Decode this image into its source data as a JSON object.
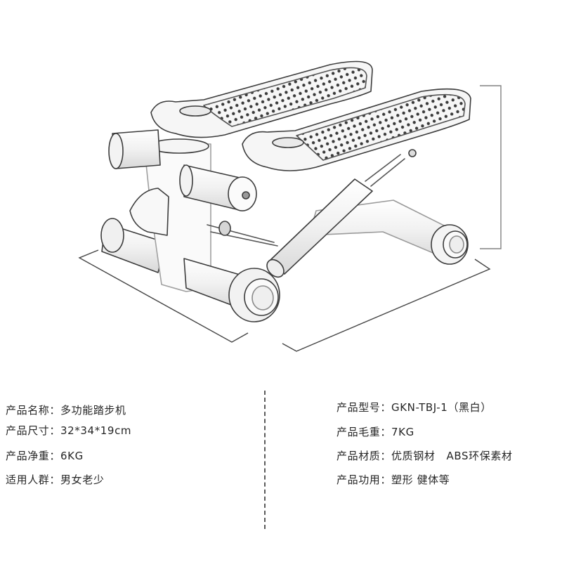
{
  "illustration": {
    "subject": "mini stepper exercise machine line drawing",
    "dimension_markers": [
      "height-bracket",
      "length-bracket",
      "width-bracket"
    ],
    "line_color": "#444444",
    "bracket_color": "#777777"
  },
  "specs": {
    "left": [
      {
        "label": "产品名称：",
        "value": "多功能踏步机"
      },
      {
        "label": "产品尺寸：",
        "value": "32*34*19cm"
      },
      {
        "label": "产品净重：",
        "value": "6KG"
      },
      {
        "label": "适用人群：",
        "value": "男女老少"
      }
    ],
    "right": [
      {
        "label": "产品型号：",
        "value": "GKN-TBJ-1（黑白）"
      },
      {
        "label": "产品毛重：",
        "value": "7KG"
      },
      {
        "label": "产品材质：",
        "value": "优质钢材   ABS环保素材"
      },
      {
        "label": "产品功用：",
        "value": "塑形 健体等"
      }
    ]
  }
}
